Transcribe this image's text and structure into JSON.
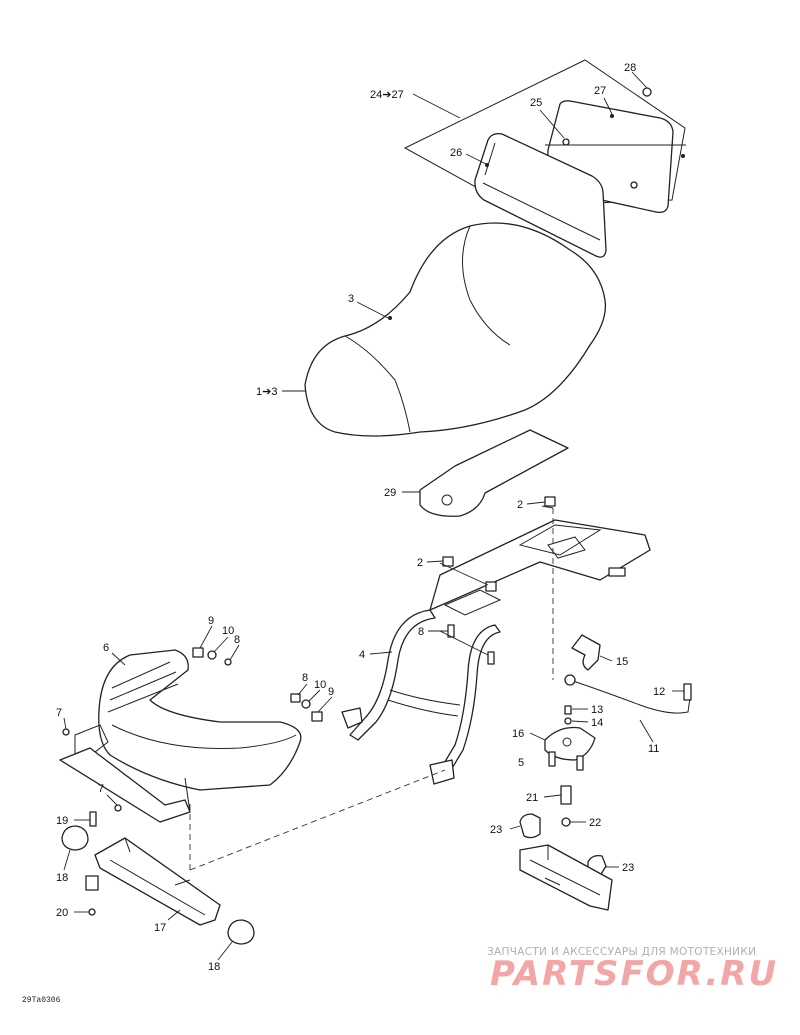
{
  "callouts": {
    "c28": "28",
    "c24_27": "24➔27",
    "c27": "27",
    "c25": "25",
    "c26": "26",
    "c3": "3",
    "c1_3": "1➔3",
    "c29": "29",
    "c2a": "2",
    "c2b": "2",
    "c8a": "8",
    "c4": "4",
    "c9a": "9",
    "c10a": "10",
    "c8b": "8",
    "c6": "6",
    "c8c": "8",
    "c10b": "10",
    "c9b": "9",
    "c7a": "7",
    "c7b": "7",
    "c15": "15",
    "c12": "12",
    "c13": "13",
    "c14": "14",
    "c16": "16",
    "c11": "11",
    "c5": "5",
    "c21": "21",
    "c22": "22",
    "c23a": "23",
    "c23b": "23",
    "c19": "19",
    "c18a": "18",
    "c20": "20",
    "c17": "17",
    "c18b": "18"
  },
  "watermark": {
    "line1": "ЗАПЧАСТИ И АКСЕССУАРЫ ДЛЯ МОТОТЕХНИКИ",
    "line2": "PARTSFOR.RU"
  },
  "drawing_code": "29Ta0306",
  "colors": {
    "line": "#222222",
    "watermark_gray": "#b0b0b0",
    "watermark_red": "#f2a6a6"
  }
}
